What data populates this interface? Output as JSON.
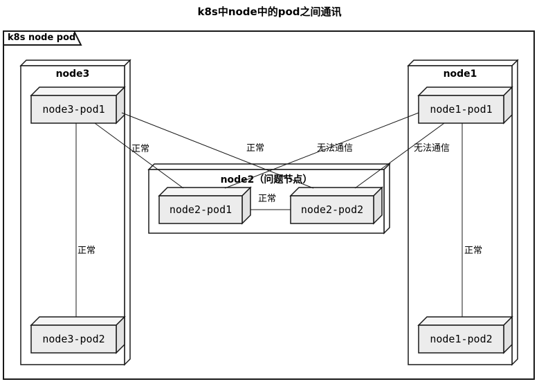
{
  "title": "k8s中node中的pod之间通讯",
  "frame": {
    "label": "k8s node pod"
  },
  "nodes": [
    {
      "id": "node3",
      "title": "node3",
      "pods": [
        {
          "label": "node3-pod1"
        },
        {
          "label": "node3-pod2"
        }
      ]
    },
    {
      "id": "node2",
      "title": "node2（问题节点）",
      "pods": [
        {
          "label": "node2-pod1"
        },
        {
          "label": "node2-pod2"
        }
      ]
    },
    {
      "id": "node1",
      "title": "node1",
      "pods": [
        {
          "label": "node1-pod1"
        },
        {
          "label": "node1-pod2"
        }
      ]
    }
  ],
  "edges": [
    {
      "from": "node3-pod1",
      "to": "node2-pod1",
      "label": "正常"
    },
    {
      "from": "node3-pod1",
      "to": "node2-pod2",
      "label": "正常"
    },
    {
      "from": "node1-pod1",
      "to": "node2-pod1",
      "label": "无法通信"
    },
    {
      "from": "node1-pod1",
      "to": "node2-pod2",
      "label": "无法通信"
    },
    {
      "from": "node3-pod1",
      "to": "node3-pod2",
      "label": "正常"
    },
    {
      "from": "node1-pod1",
      "to": "node1-pod2",
      "label": "正常"
    },
    {
      "from": "node2-pod1",
      "to": "node2-pod2",
      "label": "正常"
    }
  ],
  "colors": {
    "background": "#FFFFFF",
    "line": "#181818",
    "node_fill": "#FFFFFF",
    "pod_front_fill": "#ECECEC",
    "pod_top_fill": "#F5F5F5",
    "pod_side_fill": "#E2E2E2",
    "text": "#000000"
  }
}
